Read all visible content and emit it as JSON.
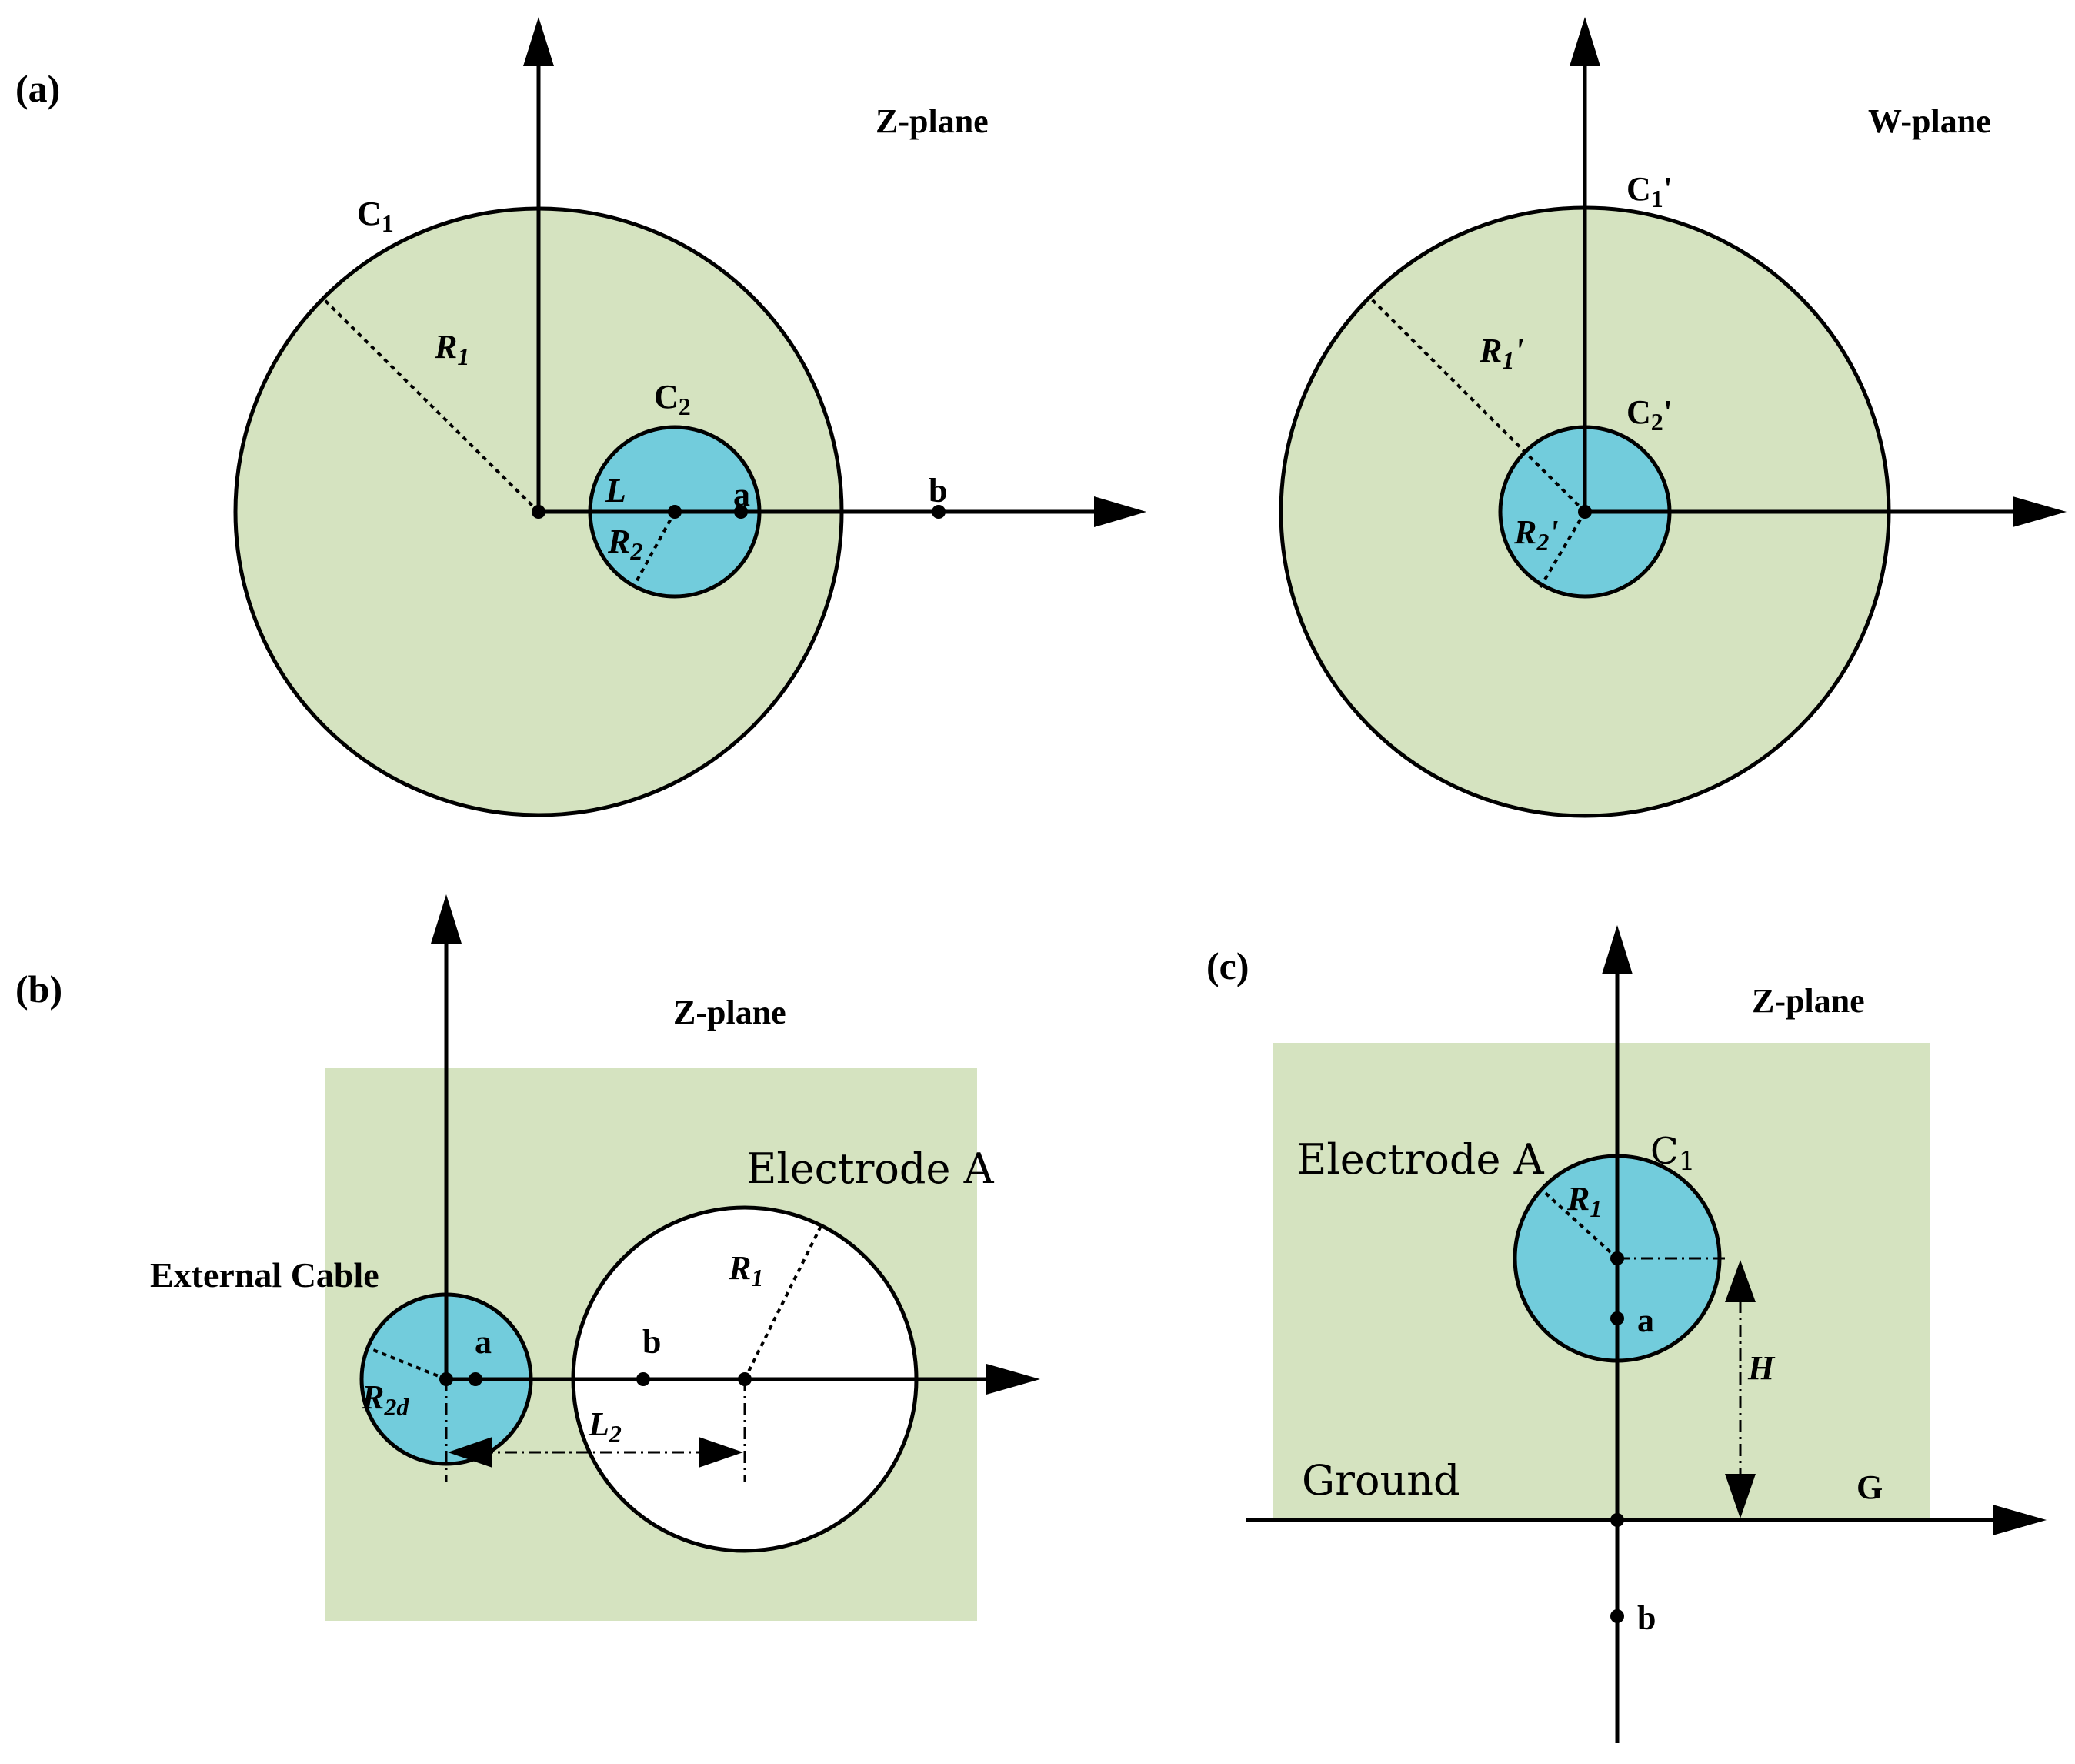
{
  "colors": {
    "region_fill": "#d5e3c0",
    "conductor_fill": "#72ccdc",
    "line": "#000000",
    "background": "#ffffff"
  },
  "panel_a": {
    "label": "(a)",
    "z_plane": {
      "plane_label": "Z-plane",
      "outer_circle": "C",
      "outer_circle_sub": "1",
      "inner_circle": "C",
      "inner_circle_sub": "2",
      "outer_radius": "R",
      "outer_radius_sub": "1",
      "inner_radius": "R",
      "inner_radius_sub": "2",
      "offset": "L",
      "point_a": "a",
      "point_b": "b"
    },
    "w_plane": {
      "plane_label": "W-plane",
      "outer_circle": "C",
      "outer_circle_sub": "1",
      "outer_circle_prime": "'",
      "inner_circle": "C",
      "inner_circle_sub": "2",
      "inner_circle_prime": "'",
      "outer_radius": "R",
      "outer_radius_sub": "1",
      "outer_radius_prime": "'",
      "inner_radius": "R",
      "inner_radius_sub": "2",
      "inner_radius_prime": "'"
    }
  },
  "panel_b": {
    "label": "(b)",
    "plane_label": "Z-plane",
    "electrode_label": "Electrode A",
    "cable_label": "External Cable",
    "electrode_radius": "R",
    "electrode_radius_sub": "1",
    "cable_radius": "R",
    "cable_radius_sub": "2d",
    "distance": "L",
    "distance_sub": "2",
    "point_a": "a",
    "point_b": "b"
  },
  "panel_c": {
    "label": "(c)",
    "plane_label": "Z-plane",
    "electrode_label": "Electrode A",
    "circle": "C",
    "circle_sub": "1",
    "radius": "R",
    "radius_sub": "1",
    "height": "H",
    "ground_label": "Ground",
    "g_label": "G",
    "point_a": "a",
    "point_b": "b"
  }
}
